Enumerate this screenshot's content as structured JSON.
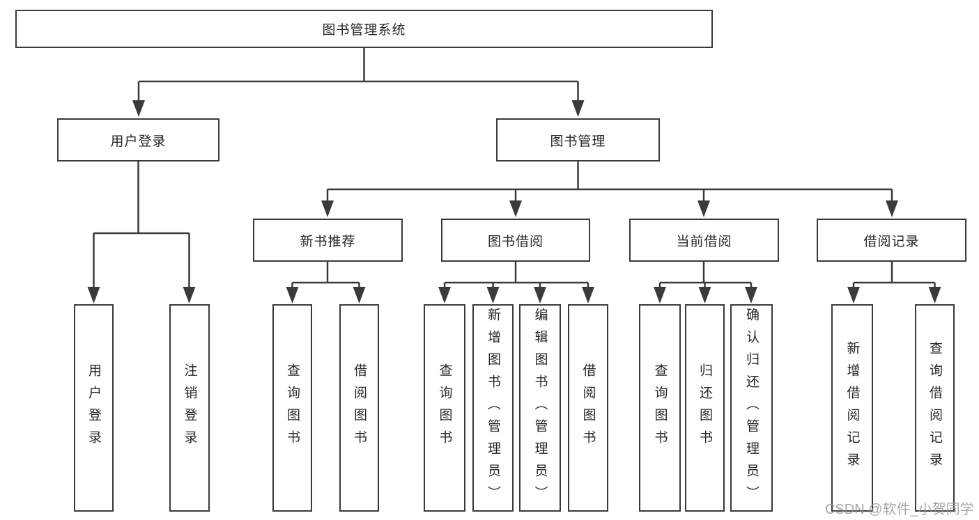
{
  "diagram": {
    "root": {
      "label": "图书管理系统"
    },
    "user_login": {
      "label": "用户登录",
      "children": [
        "用户登录",
        "注销登录"
      ]
    },
    "book_mgmt": {
      "label": "图书管理",
      "sections": [
        {
          "label": "新书推荐",
          "children": [
            "查询图书",
            "借阅图书"
          ]
        },
        {
          "label": "图书借阅",
          "children": [
            "查询图书",
            "新增图书（管理员）",
            "编辑图书（管理员）",
            "借阅图书"
          ]
        },
        {
          "label": "当前借阅",
          "children": [
            "查询图书",
            "归还图书",
            "确认归还（管理员）"
          ]
        },
        {
          "label": "借阅记录",
          "children": [
            "新增借阅记录",
            "查询借阅记录"
          ]
        }
      ]
    }
  },
  "watermark": {
    "text": "CSDN @软件_小贺同学"
  },
  "colors": {
    "line": "#3a3a3a",
    "box_border": "#3a3a3a",
    "text": "#262626",
    "watermark": "#9699a0",
    "background": "#ffffff"
  }
}
